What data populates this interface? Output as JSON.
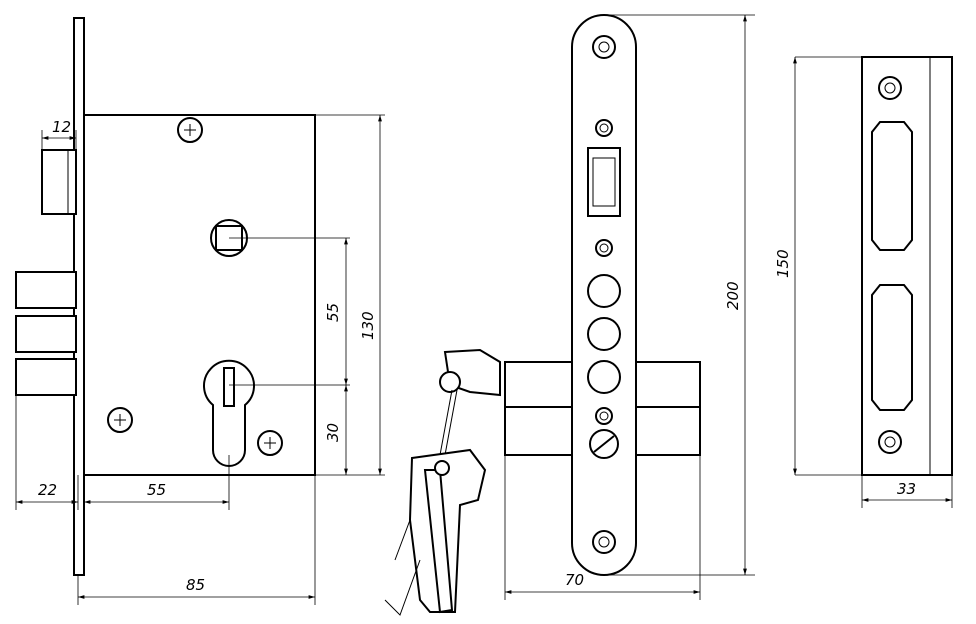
{
  "title": "Mortise lock technical drawing",
  "dimensions": {
    "latch_width": "12",
    "spindle_to_cylinder": "55",
    "body_height": "130",
    "cylinder_to_bottom": "30",
    "bolt_projection": "22",
    "backset": "55",
    "body_depth": "85",
    "faceplate_height": "200",
    "cylinder_length": "70",
    "strike_height": "150",
    "strike_width": "33"
  },
  "colors": {
    "line": "#000000",
    "background": "#ffffff"
  }
}
